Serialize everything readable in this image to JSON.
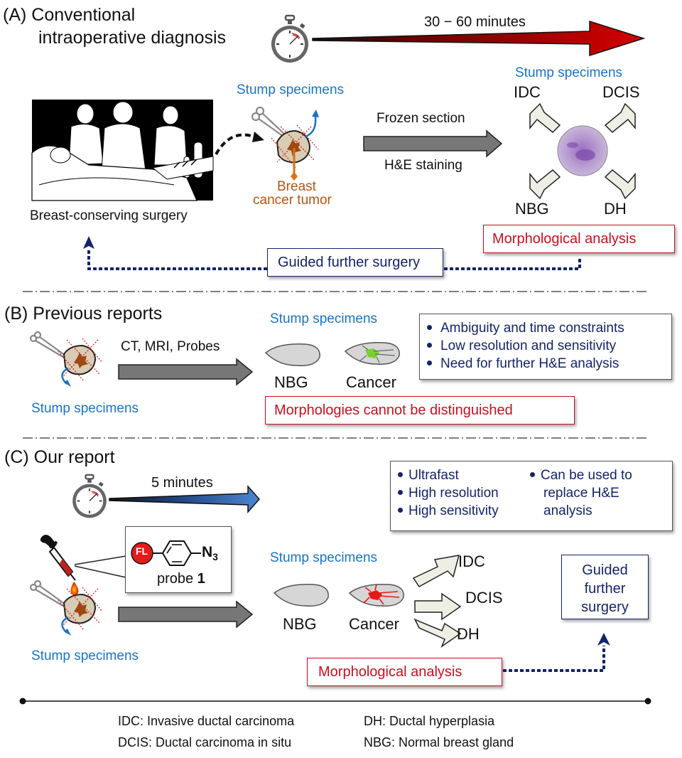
{
  "section_a": {
    "title_line1": "(A) Conventional",
    "title_line2": "intraoperative diagnosis",
    "time_label": "30 − 60 minutes",
    "surgery_label": "Breast-conserving surgery",
    "stump_label": "Stump specimens",
    "tumor_label_line1": "Breast",
    "tumor_label_line2": "cancer tumor",
    "process_top": "Frozen section",
    "process_bottom": "H&E staining",
    "result_stump_label": "Stump specimens",
    "outcomes": {
      "top_left": "IDC",
      "top_right": "DCIS",
      "bottom_left": "NBG",
      "bottom_right": "DH"
    },
    "analysis_label": "Morphological analysis",
    "guided_label": "Guided further surgery"
  },
  "section_b": {
    "title": "(B) Previous reports",
    "stump_label": "Stump specimens",
    "method_label": "CT, MRI, Probes",
    "result_stump_label": "Stump specimens",
    "specimen_left": "NBG",
    "specimen_right": "Cancer",
    "limitations": [
      "Ambiguity and time constraints",
      "Low resolution and sensitivity",
      "Need for further H&E analysis"
    ],
    "conclusion": "Morphologies cannot be distinguished"
  },
  "section_c": {
    "title": "(C) Our report",
    "time_label": "5 minutes",
    "advantages_left": [
      "Ultrafast",
      "High resolution",
      "High sensitivity"
    ],
    "advantages_right_line1": "Can be used to",
    "advantages_right_line2": "replace H&E",
    "advantages_right_line3": "analysis",
    "probe_fl": "FL",
    "probe_group": "N",
    "probe_group_sub": "3",
    "probe_name": "probe ",
    "probe_number": "1",
    "stump_label": "Stump specimens",
    "result_stump_label": "Stump specimens",
    "specimen_left": "NBG",
    "specimen_right": "Cancer",
    "outcomes": [
      "IDC",
      "DCIS",
      "DH"
    ],
    "analysis_label": "Morphological analysis",
    "guided_line1": "Guided",
    "guided_line2": "further",
    "guided_line3": "surgery"
  },
  "legend": {
    "left": [
      "IDC: Invasive ductal carcinoma",
      "DCIS: Ductal carcinoma in situ"
    ],
    "right": [
      "DH: Ductal hyperplasia",
      "NBG: Normal breast gland"
    ]
  },
  "colors": {
    "red_arrow": "#c00000",
    "blue_arrow": "#3b74c4",
    "navy": "#14246a",
    "red_text": "#c8101e",
    "blue_text": "#1a73c4",
    "orange_text": "#b5550e"
  }
}
